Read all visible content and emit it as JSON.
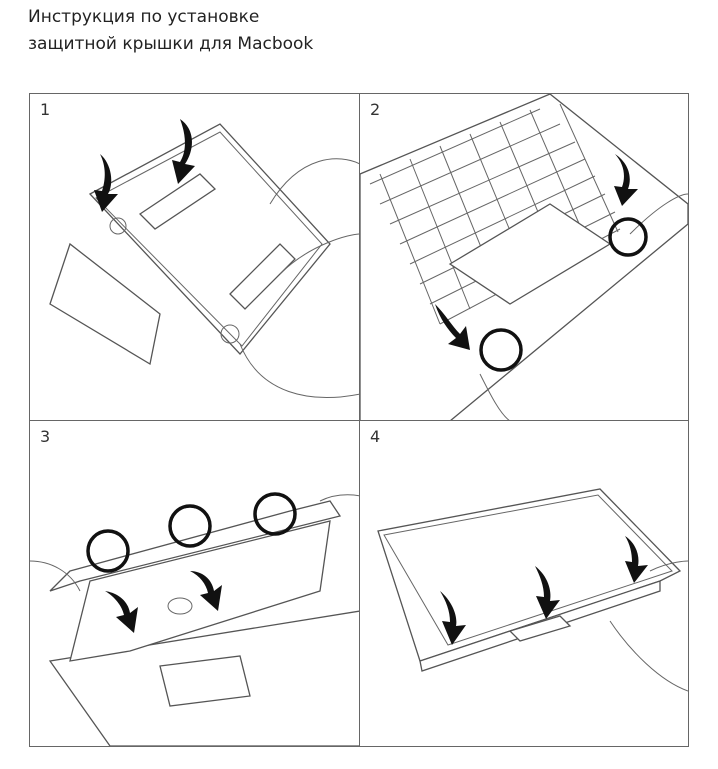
{
  "title": {
    "line1": "Инструкция по установке",
    "line2": "защитной крышки для Macbook"
  },
  "steps": [
    {
      "number": "1"
    },
    {
      "number": "2"
    },
    {
      "number": "3"
    },
    {
      "number": "4"
    }
  ]
}
